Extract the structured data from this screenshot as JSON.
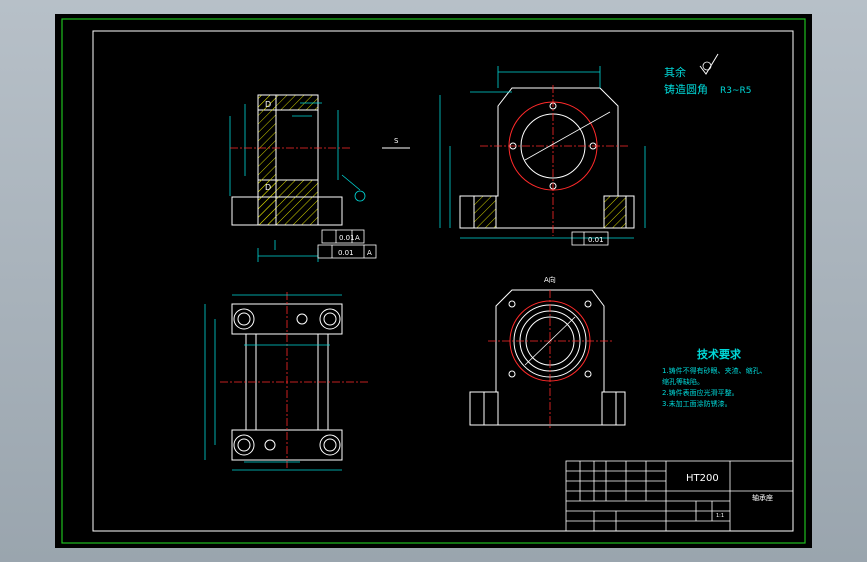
{
  "drawing": {
    "material": "HT200",
    "part_name": "轴承座",
    "section_label": "A向",
    "section_mark": "S",
    "tolerance_frames": [
      "0.01",
      "A"
    ],
    "tolerance_frame_2": [
      "0.01",
      "A"
    ],
    "tolerance_frame_3": [
      "0.01"
    ],
    "roughness_note": {
      "line1": "其余",
      "line2": "铸造圆角",
      "value": "R3~R5"
    },
    "tech_requirements": {
      "title": "技术要求",
      "items": [
        "1.铸件不得有砂眼、夹渣、缩孔、",
        "  缩孔等缺陷。",
        "2.铸件表面应光滑平整。",
        "3.未加工面涂防锈漆。"
      ]
    },
    "title_block": {
      "scale": "1:1"
    }
  },
  "colors": {
    "frame": "#1fbf1f",
    "outline": "#ffffff",
    "dim": "#00d8d8",
    "center": "#ff2a2a",
    "hatch": "#d4d400",
    "note": "#00d8d8",
    "paper": "#000000"
  }
}
